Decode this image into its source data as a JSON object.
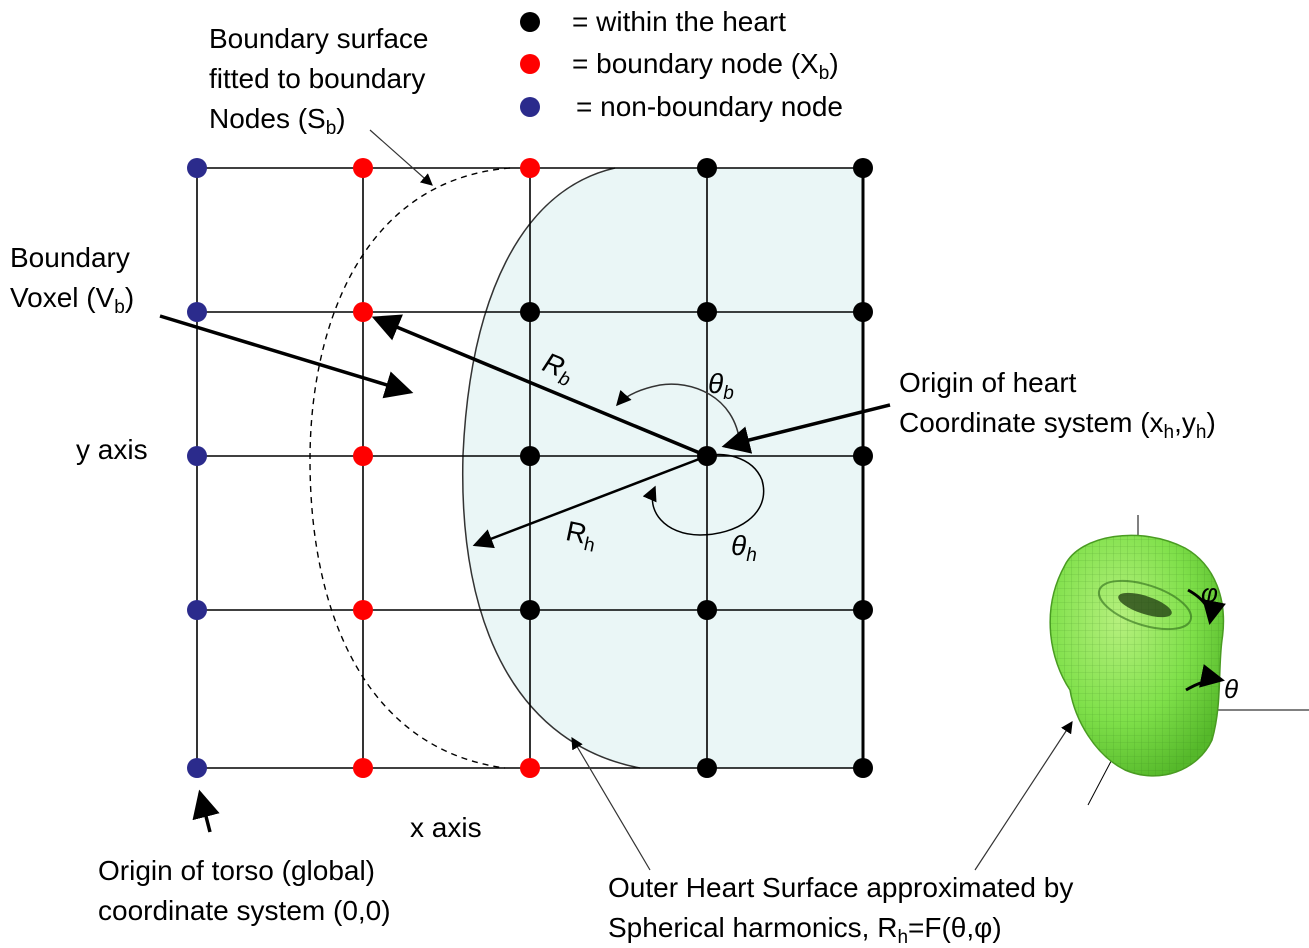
{
  "legend": {
    "within": "= within the heart",
    "boundary_pre": "= boundary node (X",
    "boundary_sub": "b",
    "boundary_post": ")",
    "nonboundary": "= non-boundary node",
    "colors": {
      "within": "#000000",
      "boundary": "#ff0000",
      "nonboundary": "#2b2b8c"
    }
  },
  "boundary_surface": {
    "line1": "Boundary surface",
    "line2": "fitted to boundary",
    "line3_pre": "Nodes (S",
    "line3_sub": "b",
    "line3_post": ")"
  },
  "boundary_voxel": {
    "line1": "Boundary",
    "line2_pre": "Voxel (V",
    "line2_sub": "b",
    "line2_post": ")"
  },
  "y_axis": "y axis",
  "x_axis": "x axis",
  "origin_heart": {
    "line1": "Origin of heart",
    "line2_pre": "Coordinate system (x",
    "line2_sub1": "h",
    "line2_mid": ",y",
    "line2_sub2": "h",
    "line2_post": ")"
  },
  "origin_torso": {
    "line1": "Origin of torso (global)",
    "line2": "coordinate system (0,0)"
  },
  "outer_surface": {
    "line1": "Outer Heart Surface approximated by",
    "line2_pre": "Spherical harmonics, R",
    "line2_sub": "h",
    "line2_post": "=F(θ,φ)"
  },
  "symbols": {
    "Rb": "R",
    "Rb_sub": "b",
    "Rh": "R",
    "Rh_sub": "h",
    "theta_b": "θ",
    "theta_b_sub": "b",
    "theta_h": "θ",
    "theta_h_sub": "h",
    "phi": "φ",
    "theta": "θ"
  },
  "colors": {
    "heart_fill": "#eaf6f6",
    "heart_model": "#7fe04a"
  }
}
